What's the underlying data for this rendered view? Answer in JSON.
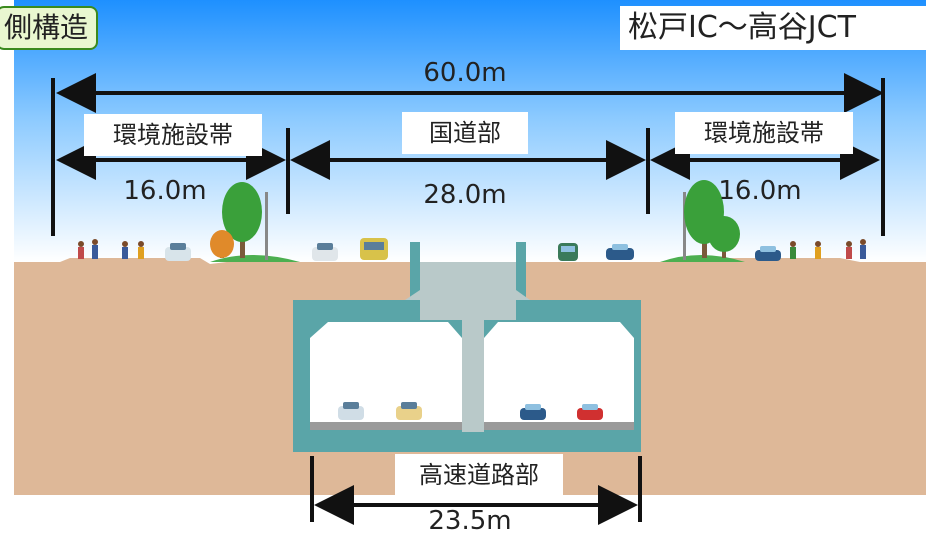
{
  "header": {
    "title": "側構造",
    "section": "松戸IC〜高谷JCT"
  },
  "dimensions": {
    "total": "60.0m",
    "left_width": "16.0m",
    "center_width": "28.0m",
    "right_width": "16.0m",
    "expressway_width": "23.5m"
  },
  "zones": {
    "left": "環境施設帯",
    "center": "国道部",
    "right": "環境施設帯",
    "expressway": "高速道路部"
  },
  "colors": {
    "sky_top": "#1e90ff",
    "sky_bottom": "#ffffff",
    "ground": "#deb898",
    "tunnel": "#5aa5a8",
    "tunnel_inner": "#ffffff",
    "road": "#9a9a9a"
  }
}
